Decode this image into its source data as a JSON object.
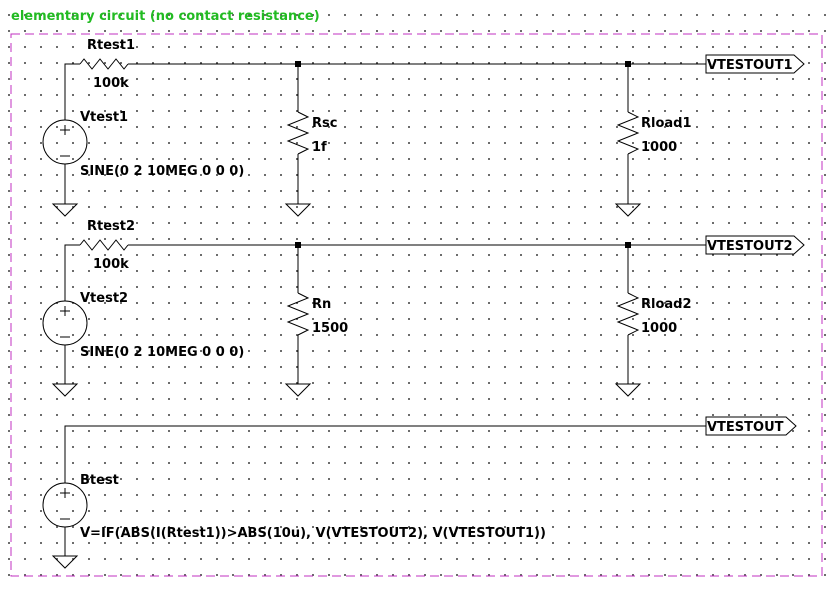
{
  "schematic": {
    "title": "elementary circuit (no contact resistance)",
    "colors": {
      "wire": "#000000",
      "frame": "#c030c0",
      "title": "#22bb22",
      "grid_dot": "#555555",
      "background": "#ffffff"
    },
    "rows": [
      {
        "resistor_in": {
          "name": "Rtest1",
          "value": "100k"
        },
        "source": {
          "name": "Vtest1",
          "value": "SINE(0 2 10MEG 0 0 0)"
        },
        "shunt": {
          "name": "Rsc",
          "value": "1f"
        },
        "load": {
          "name": "Rload1",
          "value": "1000"
        },
        "net_label": "VTESTOUT1"
      },
      {
        "resistor_in": {
          "name": "Rtest2",
          "value": "100k"
        },
        "source": {
          "name": "Vtest2",
          "value": "SINE(0 2 10MEG 0 0 0)"
        },
        "shunt": {
          "name": "Rn",
          "value": "1500"
        },
        "load": {
          "name": "Rload2",
          "value": "1000"
        },
        "net_label": "VTESTOUT2"
      }
    ],
    "behavioral": {
      "name": "Btest",
      "value": "V=IF(ABS(I(Rtest1))>ABS(10u), V(VTESTOUT2), V(VTESTOUT1))",
      "net_label": "VTESTOUT"
    }
  }
}
